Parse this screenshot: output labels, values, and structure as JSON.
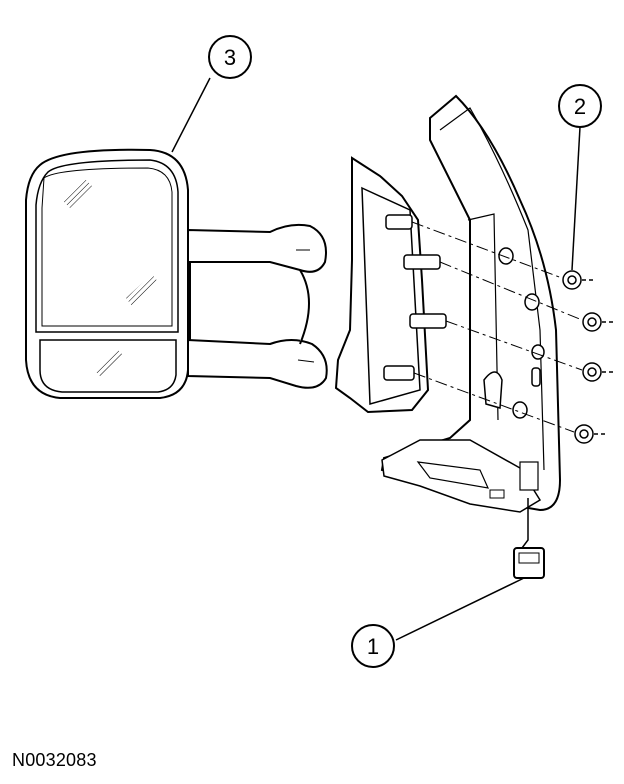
{
  "figure_id": "N0032083",
  "callouts": [
    {
      "number": "1",
      "part": "electrical-connector"
    },
    {
      "number": "2",
      "part": "nuts"
    },
    {
      "number": "3",
      "part": "exterior-mirror-assembly"
    }
  ],
  "colors": {
    "line": "#000000",
    "background": "#ffffff",
    "shade": "#d9d9d9"
  }
}
